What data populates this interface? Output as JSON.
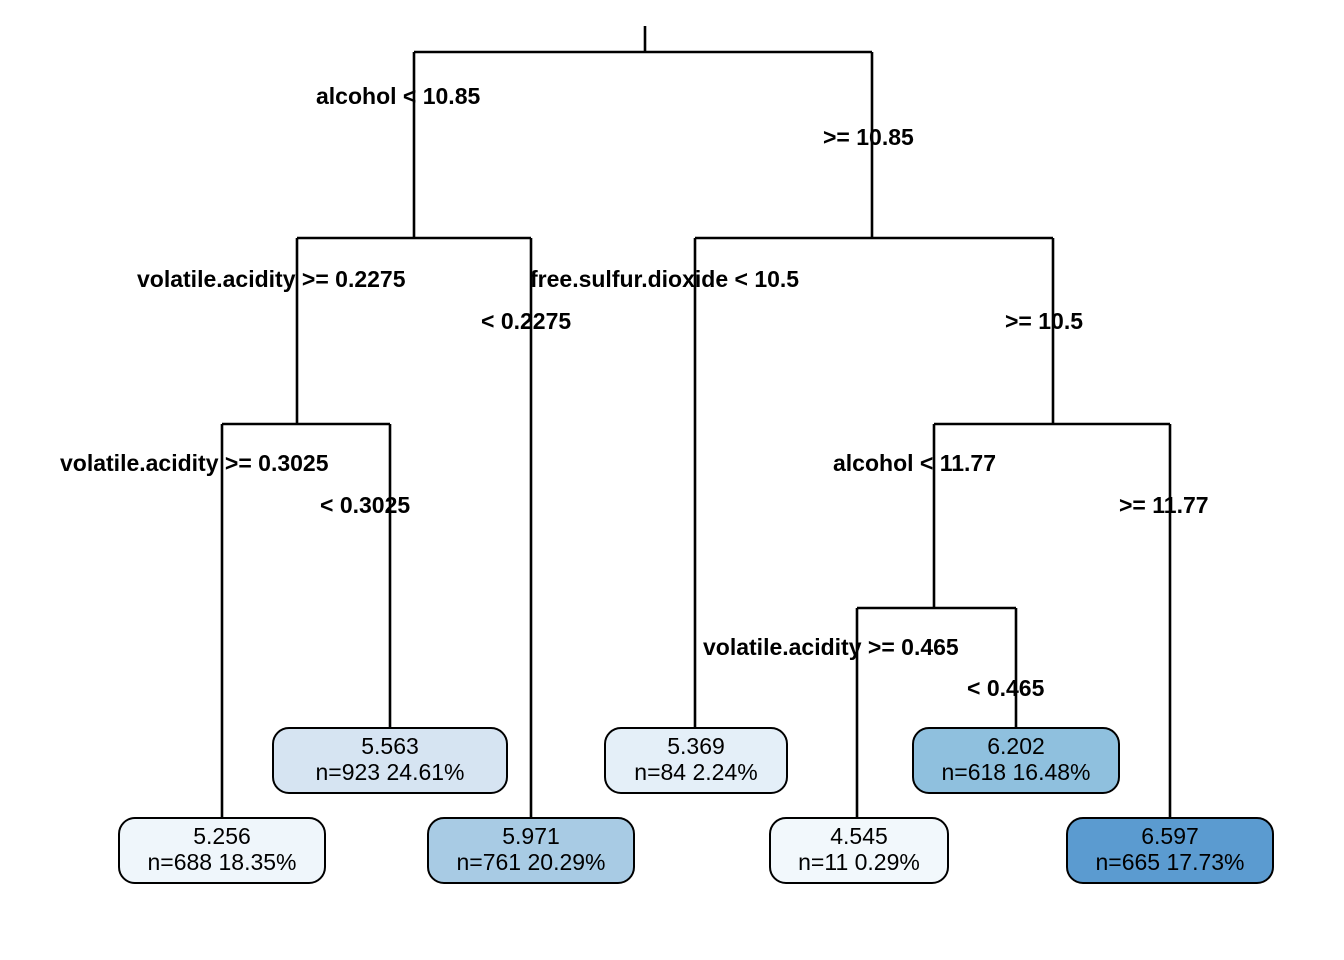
{
  "chart_data": {
    "type": "diagram",
    "diagram_type": "decision-tree",
    "title": "",
    "root_variable": "alcohol",
    "splits": [
      {
        "id": "n1",
        "variable": "alcohol",
        "left_label": "alcohol < 10.85",
        "right_label": ">= 10.85",
        "threshold": 10.85,
        "depth": 0
      },
      {
        "id": "n2",
        "variable": "volatile.acidity",
        "left_label": "volatile.acidity >= 0.2275",
        "right_label": "< 0.2275",
        "threshold": 0.2275,
        "depth": 1
      },
      {
        "id": "n3",
        "variable": "free.sulfur.dioxide",
        "left_label": "free.sulfur.dioxide < 10.5",
        "right_label": ">= 10.5",
        "threshold": 10.5,
        "depth": 1
      },
      {
        "id": "n4",
        "variable": "volatile.acidity",
        "left_label": "volatile.acidity >= 0.3025",
        "right_label": "< 0.3025",
        "threshold": 0.3025,
        "depth": 2
      },
      {
        "id": "n5",
        "variable": "alcohol",
        "left_label": "alcohol < 11.77",
        "right_label": ">= 11.77",
        "threshold": 11.77,
        "depth": 2
      },
      {
        "id": "n6",
        "variable": "volatile.acidity",
        "left_label": "volatile.acidity >= 0.465",
        "right_label": "< 0.465",
        "threshold": 0.465,
        "depth": 3
      }
    ],
    "leaves": [
      {
        "id": "leaf1",
        "value": "5.256",
        "stats": "n=688  18.35%",
        "n": 688,
        "pct": 18.35,
        "fill": "#eff6fb"
      },
      {
        "id": "leaf2",
        "value": "5.563",
        "stats": "n=923  24.61%",
        "n": 923,
        "pct": 24.61,
        "fill": "#d6e4f2"
      },
      {
        "id": "leaf3",
        "value": "5.971",
        "stats": "n=761  20.29%",
        "n": 761,
        "pct": 20.29,
        "fill": "#a8cbe4"
      },
      {
        "id": "leaf4",
        "value": "5.369",
        "stats": "n=84  2.24%",
        "n": 84,
        "pct": 2.24,
        "fill": "#e4eff8"
      },
      {
        "id": "leaf5",
        "value": "4.545",
        "stats": "n=11  0.29%",
        "n": 11,
        "pct": 0.29,
        "fill": "#f2f8fc"
      },
      {
        "id": "leaf6",
        "value": "6.202",
        "stats": "n=618  16.48%",
        "n": 618,
        "pct": 16.48,
        "fill": "#8fc0de"
      },
      {
        "id": "leaf7",
        "value": "6.597",
        "stats": "n=665  17.73%",
        "n": 665,
        "pct": 17.73,
        "fill": "#5b9bd0"
      }
    ],
    "colors": {
      "line": "#000000",
      "text": "#000000",
      "background": "#ffffff",
      "node_border": "#000000"
    }
  }
}
